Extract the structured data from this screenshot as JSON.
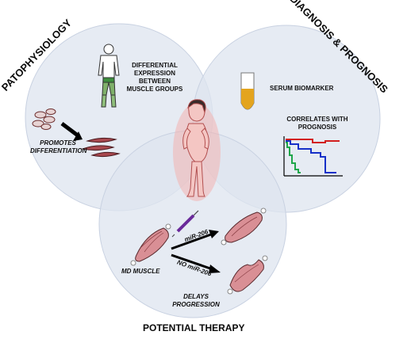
{
  "sections": {
    "pathophysiology": "PATOPHYSIOLOGY",
    "diagnosis": "DIAGNOSIS & PROGNOSIS",
    "therapy": "POTENTIAL THERAPY"
  },
  "labels": {
    "differential_1": "DIFFERENTIAL",
    "differential_2": "EXPRESSION",
    "differential_3": "BETWEEN",
    "differential_4": "MUSCLE GROUPS",
    "promotes_1": "PROMOTES",
    "promotes_2": "DIFFERENTIATION",
    "serum": "SERUM BIOMARKER",
    "correlates_1": "CORRELATES WITH",
    "correlates_2": "PROGNOSIS",
    "md_muscle": "MD MUSCLE",
    "mir206": "miR-206",
    "no_mir206": "NO miR-206",
    "delays_1": "DELAYS",
    "delays_2": "PROGRESSION"
  },
  "colors": {
    "circle_fill": "#d9e1ee",
    "circle_stroke": "#c6d0e0",
    "muscle_fill": "#d98f95",
    "muscle_stroke": "#5a2a2e",
    "serum": "#e3a41e",
    "km_red": "#d21f1f",
    "km_blue": "#1530c8",
    "km_green": "#1fa64a",
    "syringe": "#6a2a9a"
  }
}
